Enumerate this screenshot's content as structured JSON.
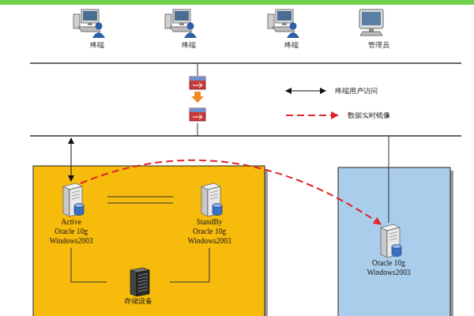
{
  "diagram": {
    "nodes": [
      {
        "text": [
          "终端"
        ]
      },
      {
        "text": [
          "终端"
        ]
      },
      {
        "text": [
          "终端"
        ]
      },
      {
        "text": [
          "管理员"
        ]
      },
      {
        "text": [
          "Active",
          "Oracle 10g Windows2003"
        ]
      },
      {
        "text": [
          "StandBy",
          "Oracle 10g Windows2003"
        ]
      },
      {
        "text": [
          "存储设备"
        ]
      },
      {
        "text": [
          "Oracle 10g Windows2003"
        ]
      }
    ],
    "edges": [
      {
        "from": 4,
        "to": 5,
        "arrow": "none"
      },
      {
        "from": 4,
        "to": 6,
        "arrow": "none"
      },
      {
        "from": 5,
        "to": 6,
        "arrow": "none"
      },
      {
        "from": 4,
        "to": 7,
        "arrow": "to"
      }
    ],
    "legend": [
      {
        "text": "终端用户访问"
      },
      {
        "text": "数据实时镜像"
      }
    ]
  }
}
